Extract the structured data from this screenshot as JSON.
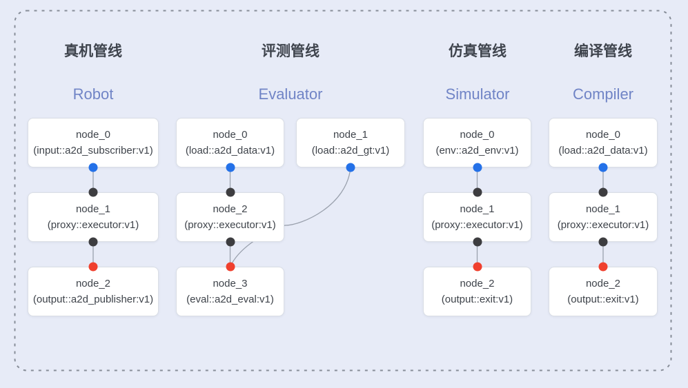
{
  "pipelines": [
    {
      "key": "robot",
      "title_zh": "真机管线",
      "title_en": "Robot",
      "nodes": [
        {
          "key": "node_0",
          "line1": "node_0",
          "line2": "(input::a2d_subscriber:v1)",
          "top_dot": null,
          "bottom_dot": "blue"
        },
        {
          "key": "node_1",
          "line1": "node_1",
          "line2": "(proxy::executor:v1)",
          "top_dot": "dark",
          "bottom_dot": "dark"
        },
        {
          "key": "node_2",
          "line1": "node_2",
          "line2": "(output::a2d_publisher:v1)",
          "top_dot": "red",
          "bottom_dot": null
        }
      ]
    },
    {
      "key": "evaluator",
      "title_zh": "评测管线",
      "title_en": "Evaluator",
      "nodes": [
        {
          "key": "node_0",
          "line1": "node_0",
          "line2": "(load::a2d_data:v1)",
          "top_dot": null,
          "bottom_dot": "blue"
        },
        {
          "key": "node_1",
          "line1": "node_1",
          "line2": "(load::a2d_gt:v1)",
          "top_dot": null,
          "bottom_dot": "blue"
        },
        {
          "key": "node_2",
          "line1": "node_2",
          "line2": "(proxy::executor:v1)",
          "top_dot": "dark",
          "bottom_dot": "dark"
        },
        {
          "key": "node_3",
          "line1": "node_3",
          "line2": "(eval::a2d_eval:v1)",
          "top_dot": "red",
          "bottom_dot": null
        }
      ]
    },
    {
      "key": "simulator",
      "title_zh": "仿真管线",
      "title_en": "Simulator",
      "nodes": [
        {
          "key": "node_0",
          "line1": "node_0",
          "line2": "(env::a2d_env:v1)",
          "top_dot": null,
          "bottom_dot": "blue"
        },
        {
          "key": "node_1",
          "line1": "node_1",
          "line2": "(proxy::executor:v1)",
          "top_dot": "dark",
          "bottom_dot": "dark"
        },
        {
          "key": "node_2",
          "line1": "node_2",
          "line2": "(output::exit:v1)",
          "top_dot": "red",
          "bottom_dot": null
        }
      ]
    },
    {
      "key": "compiler",
      "title_zh": "编译管线",
      "title_en": "Compiler",
      "nodes": [
        {
          "key": "node_0",
          "line1": "node_0",
          "line2": "(load::a2d_data:v1)",
          "top_dot": null,
          "bottom_dot": "blue"
        },
        {
          "key": "node_1",
          "line1": "node_1",
          "line2": "(proxy::executor:v1)",
          "top_dot": "dark",
          "bottom_dot": "dark"
        },
        {
          "key": "node_2",
          "line1": "node_2",
          "line2": "(output::exit:v1)",
          "top_dot": "red",
          "bottom_dot": null
        }
      ]
    }
  ],
  "edges": [
    {
      "from": "robot.node_0",
      "to": "robot.node_1",
      "shape": "straight"
    },
    {
      "from": "robot.node_1",
      "to": "robot.node_2",
      "shape": "straight"
    },
    {
      "from": "evaluator.node_0",
      "to": "evaluator.node_2",
      "shape": "straight"
    },
    {
      "from": "evaluator.node_1",
      "to": "evaluator.node_3",
      "shape": "curve"
    },
    {
      "from": "evaluator.node_2",
      "to": "evaluator.node_3",
      "shape": "straight"
    },
    {
      "from": "simulator.node_0",
      "to": "simulator.node_1",
      "shape": "straight"
    },
    {
      "from": "simulator.node_1",
      "to": "simulator.node_2",
      "shape": "straight"
    },
    {
      "from": "compiler.node_0",
      "to": "compiler.node_1",
      "shape": "straight"
    },
    {
      "from": "compiler.node_1",
      "to": "compiler.node_2",
      "shape": "straight"
    }
  ],
  "colors": {
    "background": "#E7EBF7",
    "node_border": "#DADEE5",
    "node_text": "#3E434A",
    "title_zh": "#3F444D",
    "title_en": "#7084C6",
    "dot_blue": "#2471E8",
    "dot_dark": "#3D3D40",
    "dot_red": "#F0402E",
    "edge": "#9AA1AD",
    "dashed_border": "#878D98"
  }
}
